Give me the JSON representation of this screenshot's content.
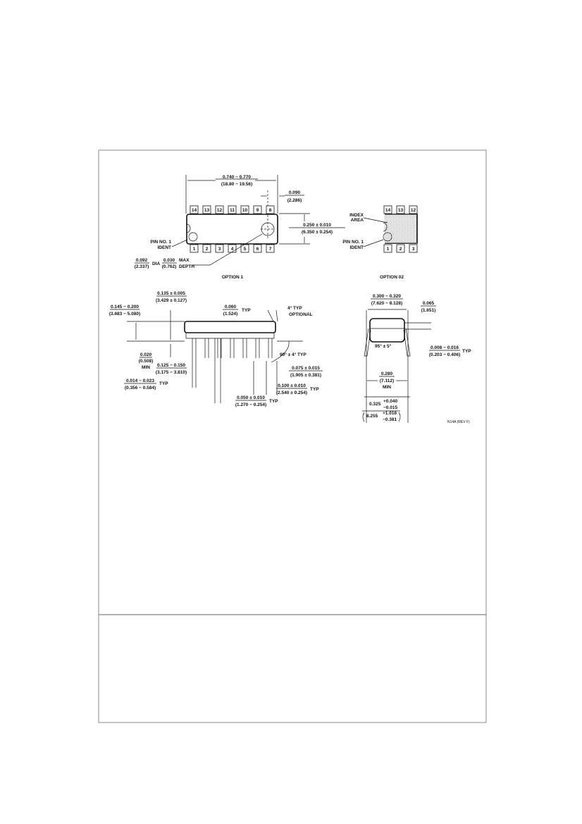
{
  "option1": {
    "length": [
      "0.740 − 0.770",
      "(18.80 − 19.56)"
    ],
    "pin_offset": [
      "0.090",
      "(2.286)"
    ],
    "width": [
      "0.250 ± 0.010",
      "(6.350 ± 0.254)"
    ],
    "pin1_ident": [
      "PIN NO. 1",
      "IDENT"
    ],
    "dia": [
      "0.092",
      "(2.337)"
    ],
    "dia_label": "DIA",
    "depth": [
      "0.030",
      "(0.762)"
    ],
    "depth_label": [
      "MAX",
      "DEPTH"
    ],
    "top_pins": [
      "14",
      "13",
      "12",
      "11",
      "10",
      "9",
      "8"
    ],
    "bottom_pins": [
      "1",
      "2",
      "3",
      "4",
      "5",
      "6",
      "7"
    ],
    "caption": "OPTION 1"
  },
  "option02": {
    "index_area": [
      "INDEX",
      "AREA"
    ],
    "pin1_ident": [
      "PIN NO. 1",
      "IDENT"
    ],
    "top_pins": [
      "14",
      "13",
      "12"
    ],
    "bottom_pins": [
      "1",
      "2",
      "3"
    ],
    "caption": "OPTION 02"
  },
  "side_view": {
    "body_height": [
      "0.135 ± 0.005",
      "(3.429 ± 0.127)"
    ],
    "seated_height": [
      "0.145 − 0.200",
      "(3.683 − 5.080)"
    ],
    "shoulder": [
      "0.060",
      "(1.524)"
    ],
    "typ": "TYP",
    "draft": [
      "4° TYP",
      "OPTIONAL"
    ],
    "standoff": [
      "0.020",
      "(0.508)",
      "MIN"
    ],
    "lead_length": [
      "0.125 − 0.150",
      "(3.175 − 3.810)"
    ],
    "angle": "90° ± 4° TYP",
    "end_offset": [
      "0.075 ± 0.015",
      "(1.905 ± 0.381)"
    ],
    "lead_width": [
      "0.014 − 0.023",
      "(0.356 − 0.584)"
    ],
    "pitch": [
      "0.100 ± 0.010",
      "(2.540 ± 0.254)"
    ],
    "upper_lead": [
      "0.050 ± 0.010",
      "(1.270 − 0.254)"
    ]
  },
  "end_view": {
    "body_width": [
      "0.300 − 0.320",
      "(7.620 − 8.128)"
    ],
    "height": [
      "0.065",
      "(1.651)"
    ],
    "angle": "95° ± 5°",
    "lead_thickness": [
      "0.008 − 0.016",
      "(0.203 − 0.406)"
    ],
    "typ": "TYP",
    "min_spread": [
      "0.280",
      "(7.112)",
      "MIN"
    ],
    "spread_nom": "0.325",
    "spread_tol": [
      "+0.040",
      "−0.015"
    ],
    "spread_mm_nom": "8.255",
    "spread_mm_tol": [
      "+1.016",
      "−0.381"
    ]
  },
  "drawing_id": "N14A (REV F)"
}
